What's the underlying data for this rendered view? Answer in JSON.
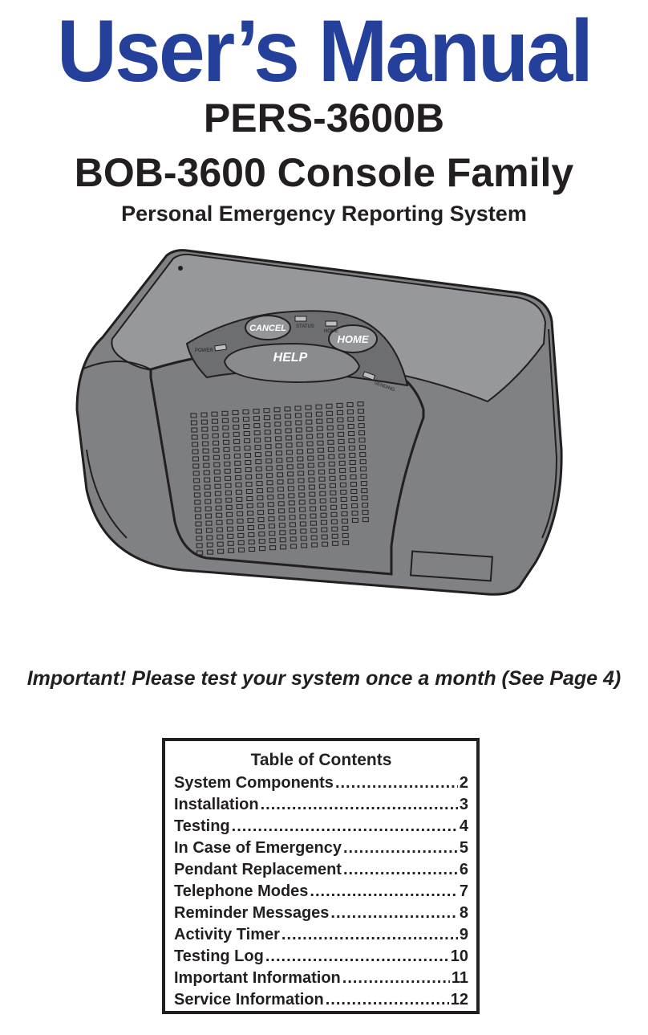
{
  "cover": {
    "title": "User’s Manual",
    "model": "PERS-3600B",
    "family": "BOB-3600 Console Family",
    "subtitle": "Personal Emergency Reporting System"
  },
  "device": {
    "buttons": {
      "cancel": "CANCEL",
      "help": "HELP",
      "home": "HOME"
    },
    "indicators": {
      "power": "POWER",
      "status": "STATUS",
      "home": "HOME",
      "sending": "SENDING"
    }
  },
  "notice": "Important! Please test your system once a month (See Page 4)",
  "toc": {
    "heading": "Table of Contents",
    "entries": [
      {
        "label": "System Components",
        "page": "2"
      },
      {
        "label": "Installation",
        "page": "3"
      },
      {
        "label": "Testing",
        "page": "4"
      },
      {
        "label": "In Case of Emergency",
        "page": "5"
      },
      {
        "label": "Pendant Replacement",
        "page": "6"
      },
      {
        "label": "Telephone Modes",
        "page": "7"
      },
      {
        "label": "Reminder Messages",
        "page": "8"
      },
      {
        "label": "Activity Timer",
        "page": "9"
      },
      {
        "label": "Testing Log",
        "page": "10"
      },
      {
        "label": "Important Information",
        "page": "11"
      },
      {
        "label": "Service Information",
        "page": "12"
      }
    ]
  }
}
